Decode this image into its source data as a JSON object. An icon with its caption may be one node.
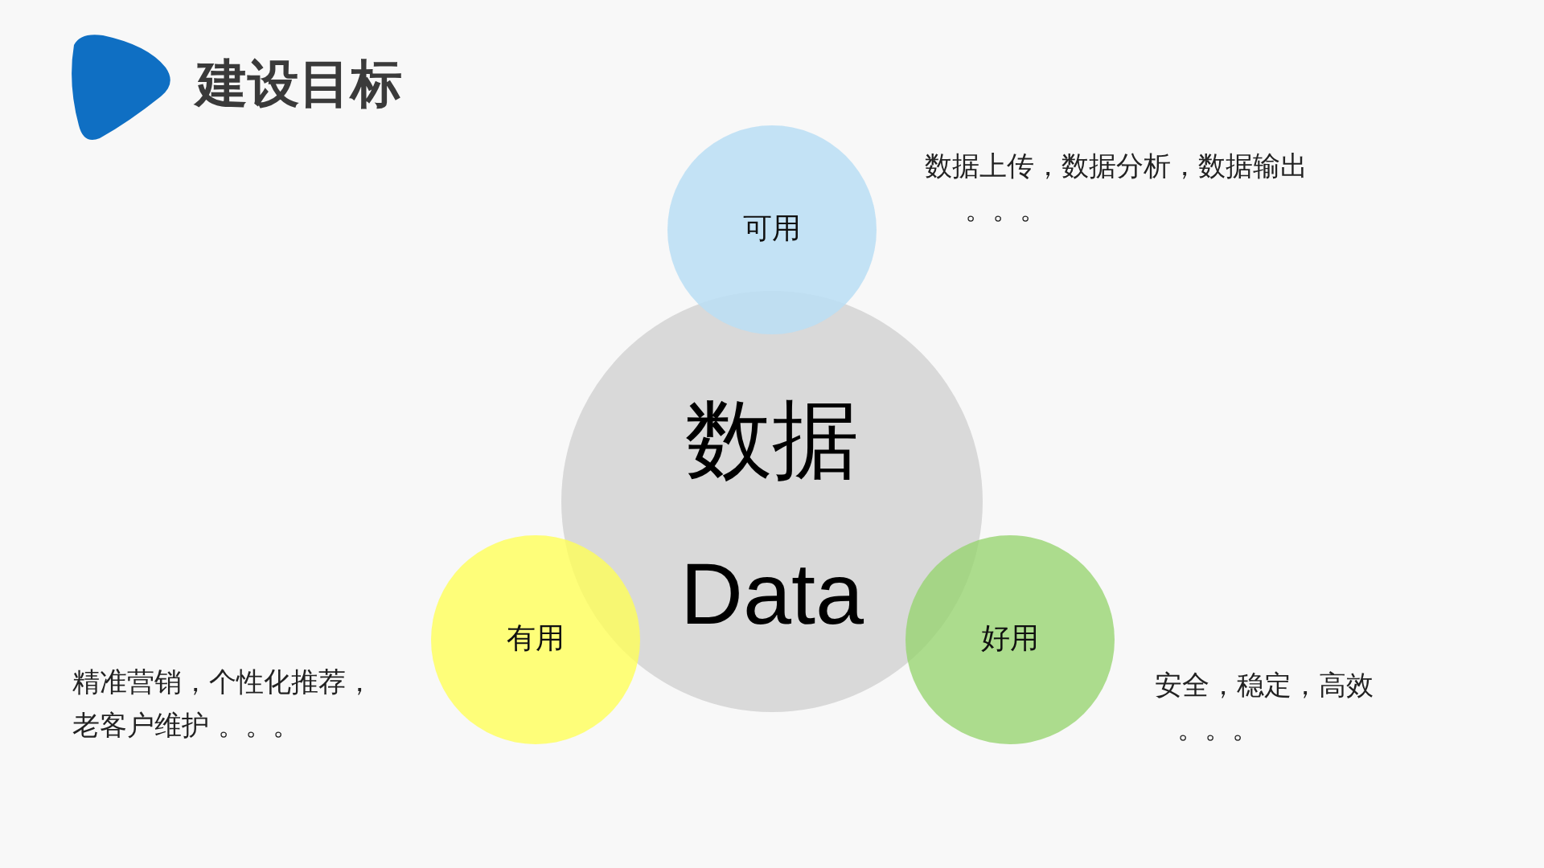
{
  "diagram": {
    "title": "建设目标",
    "nodes": [
      {
        "text": [
          "可用"
        ],
        "beside": [
          "数据上传，数据分析，数据输出。。。"
        ]
      },
      {
        "text": [
          "数据",
          "Data"
        ]
      },
      {
        "text": [
          "有用"
        ],
        "beside": [
          "精准营销，个性化推荐，老客户维护 。。。"
        ]
      },
      {
        "text": [
          "好用"
        ],
        "beside": [
          "安全，稳定，高效。。。"
        ]
      }
    ],
    "edges": []
  }
}
